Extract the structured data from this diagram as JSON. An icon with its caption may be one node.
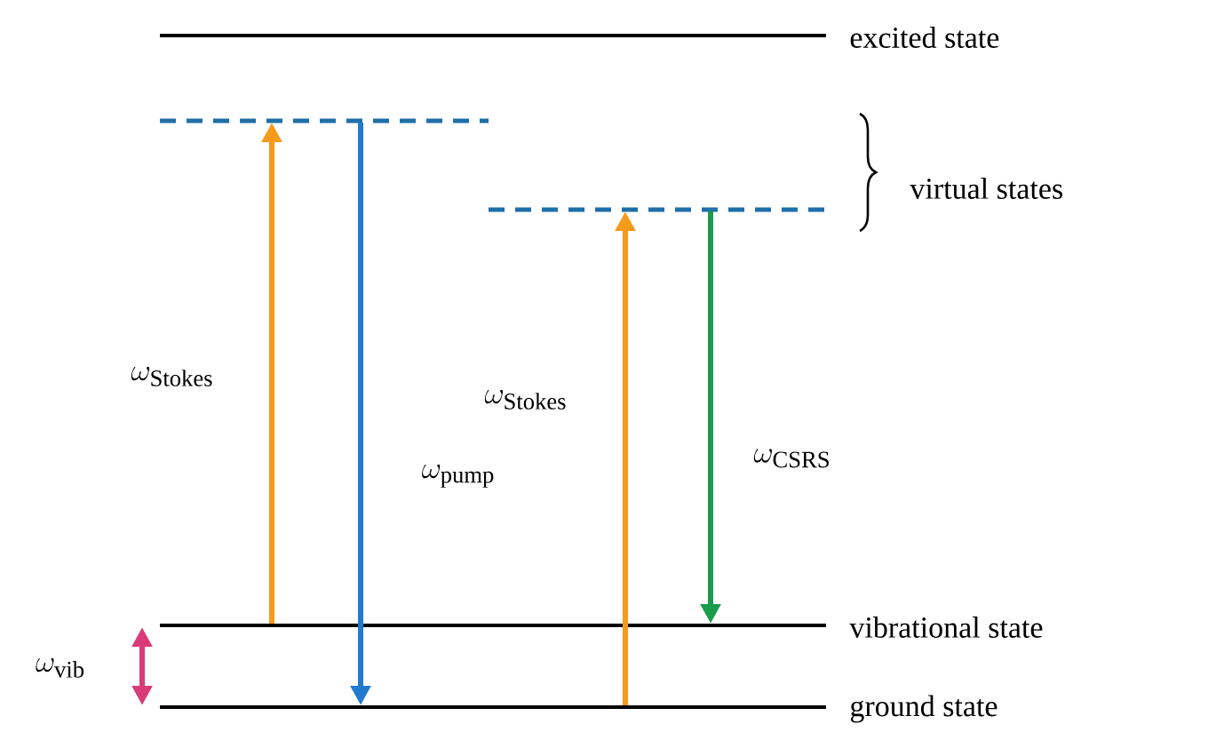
{
  "diagram": {
    "nodes": [
      {
        "text": [
          "excited state"
        ]
      },
      {
        "text": [],
        "shape": "bar"
      },
      {
        "text": [],
        "shape": "bar"
      },
      {
        "text": [
          "vibrational state"
        ]
      },
      {
        "text": [
          "ground state"
        ]
      }
    ],
    "edges": [
      {
        "from": 3,
        "to": 1,
        "arrow": "to",
        "color": "#f59a1b",
        "label": "\\omega_{\\mathrm{Stokes}}"
      },
      {
        "from": 1,
        "to": 4,
        "arrow": "to",
        "color": "#1f7ad0",
        "label": "\\omega_{\\mathrm{pump}}"
      },
      {
        "from": 4,
        "to": 2,
        "arrow": "to",
        "color": "#f59a1b",
        "label": "\\omega_{\\mathrm{Stokes}}"
      },
      {
        "from": 2,
        "to": 3,
        "arrow": "to",
        "color": "#1a9c4c",
        "label": "\\omega_{\\mathrm{CSRS}}"
      },
      {
        "from": 4,
        "to": 3,
        "arrow": "both",
        "color": "#d93b78",
        "label": "\\omega_{\\mathrm{vib}}"
      }
    ],
    "labels": [
      "virtual states"
    ]
  }
}
